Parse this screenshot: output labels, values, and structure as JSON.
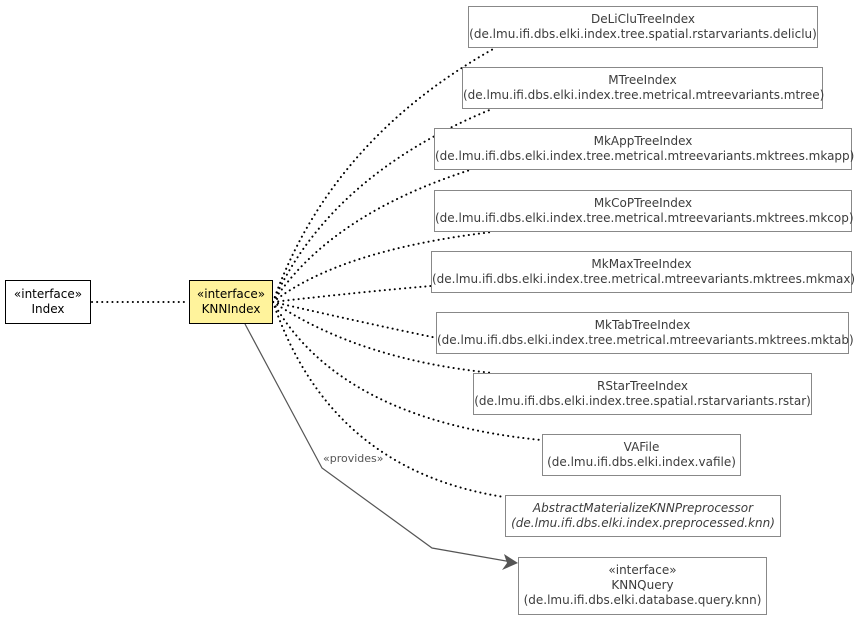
{
  "diagram": {
    "index": {
      "stereotype": "«interface»",
      "name": "Index"
    },
    "knnindex": {
      "stereotype": "«interface»",
      "name": "KNNIndex"
    },
    "implementations": [
      {
        "name": "DeLiCluTreeIndex",
        "package": "(de.lmu.ifi.dbs.elki.index.tree.spatial.rstarvariants.deliclu)"
      },
      {
        "name": "MTreeIndex",
        "package": "(de.lmu.ifi.dbs.elki.index.tree.metrical.mtreevariants.mtree)"
      },
      {
        "name": "MkAppTreeIndex",
        "package": "(de.lmu.ifi.dbs.elki.index.tree.metrical.mtreevariants.mktrees.mkapp)"
      },
      {
        "name": "MkCoPTreeIndex",
        "package": "(de.lmu.ifi.dbs.elki.index.tree.metrical.mtreevariants.mktrees.mkcop)"
      },
      {
        "name": "MkMaxTreeIndex",
        "package": "(de.lmu.ifi.dbs.elki.index.tree.metrical.mtreevariants.mktrees.mkmax)"
      },
      {
        "name": "MkTabTreeIndex",
        "package": "(de.lmu.ifi.dbs.elki.index.tree.metrical.mtreevariants.mktrees.mktab)"
      },
      {
        "name": "RStarTreeIndex",
        "package": "(de.lmu.ifi.dbs.elki.index.tree.spatial.rstarvariants.rstar)"
      },
      {
        "name": "VAFile",
        "package": "(de.lmu.ifi.dbs.elki.index.vafile)"
      },
      {
        "name": "AbstractMaterializeKNNPreprocessor",
        "package": "(de.lmu.ifi.dbs.elki.index.preprocessed.knn)",
        "abstract": true
      }
    ],
    "knnquery": {
      "stereotype": "«interface»",
      "name": "KNNQuery",
      "package": "(de.lmu.ifi.dbs.elki.database.query.knn)"
    },
    "provides_label": "«provides»",
    "colors": {
      "focus_fill": "#fff39c",
      "border": "#888888",
      "edge": "#555555"
    }
  }
}
